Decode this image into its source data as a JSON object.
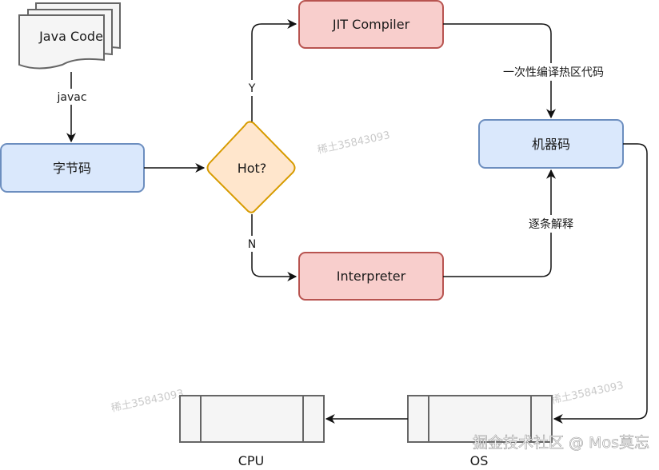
{
  "nodes": {
    "java_code": "Java Code",
    "bytecode": "字节码",
    "hot": "Hot?",
    "jit": "JIT Compiler",
    "interpreter": "Interpreter",
    "machine_code": "机器码",
    "cpu": "CPU",
    "os": "OS"
  },
  "edges": {
    "javac": "javac",
    "yes": "Y",
    "no": "N",
    "compile_hotspot": "一次性编译热区代码",
    "interpret_each": "逐条解释"
  },
  "watermarks": [
    "稀土35843093",
    "稀土35843093",
    "稀土35843093"
  ],
  "brand": "掘金技术社区 @ Mos莫忘",
  "colors": {
    "blue_fill": "#dae8fc",
    "blue_stroke": "#6c8ebf",
    "red_fill": "#f8cecc",
    "red_stroke": "#b85450",
    "orange_fill": "#ffe6cc",
    "orange_stroke": "#d79b00",
    "gray_fill": "#f5f5f5",
    "gray_stroke": "#666666"
  }
}
